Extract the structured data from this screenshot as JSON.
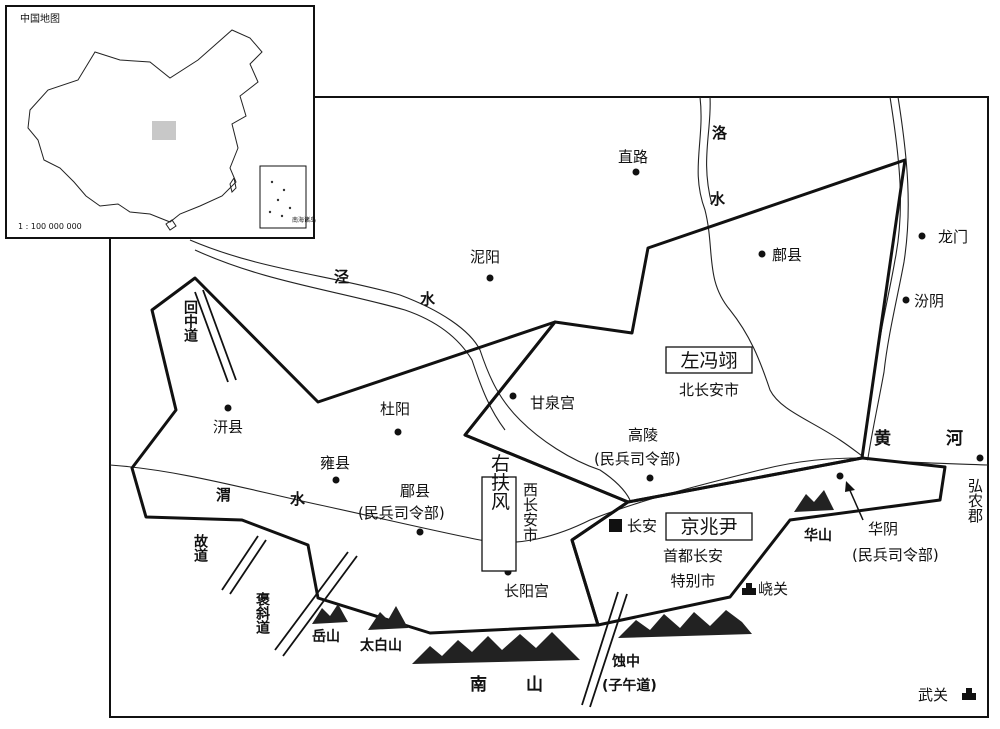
{
  "inset": {
    "title": "中国地图",
    "scale": "1 : 100 000 000",
    "sea_box": "南海诸岛"
  },
  "regions": {
    "zuo_feng_yi": {
      "name": "左冯翊",
      "subtitle": "北长安市"
    },
    "you_fu_feng": {
      "name": "右扶风",
      "subtitle": "西长安市"
    },
    "jing_zhao_yin": {
      "name": "京兆尹",
      "subtitle1": "首都长安",
      "subtitle2": "特别市"
    }
  },
  "places": {
    "zhilu": "直路",
    "niyang": "泥阳",
    "fuxian": "鄜县",
    "longmen": "龙门",
    "fenyin": "汾阴",
    "ganquangong": "甘泉宫",
    "gaoling": "高陵",
    "gaoling_note": "(民兵司令部)",
    "qianxian": "汧县",
    "duyang": "杜阳",
    "yongxian": "雍县",
    "meixian": "郿县",
    "meixian_note": "(民兵司令部)",
    "changan": "长安",
    "changyanggong": "长阳宫",
    "huayin": "华阴",
    "huayin_note": "(民兵司令部)",
    "yaoguan": "峣关",
    "wuguan": "武关",
    "hongnongjun": "弘农郡"
  },
  "rivers": {
    "luo": "洛",
    "shui_luo": "水",
    "jing": "泾",
    "shui_jing": "水",
    "wei": "渭",
    "shui_wei": "水",
    "huang": "黄",
    "he": "河"
  },
  "roads": {
    "huizhongdao": "回中道",
    "gudao": "故道",
    "baoxiedao": "褒斜道",
    "ziwudao_a": "蚀中",
    "ziwudao_b": "(子午道)"
  },
  "mountains": {
    "yueshan": "岳山",
    "taibaishan": "太白山",
    "nan": "南",
    "shan": "山",
    "huashan": "华山"
  }
}
